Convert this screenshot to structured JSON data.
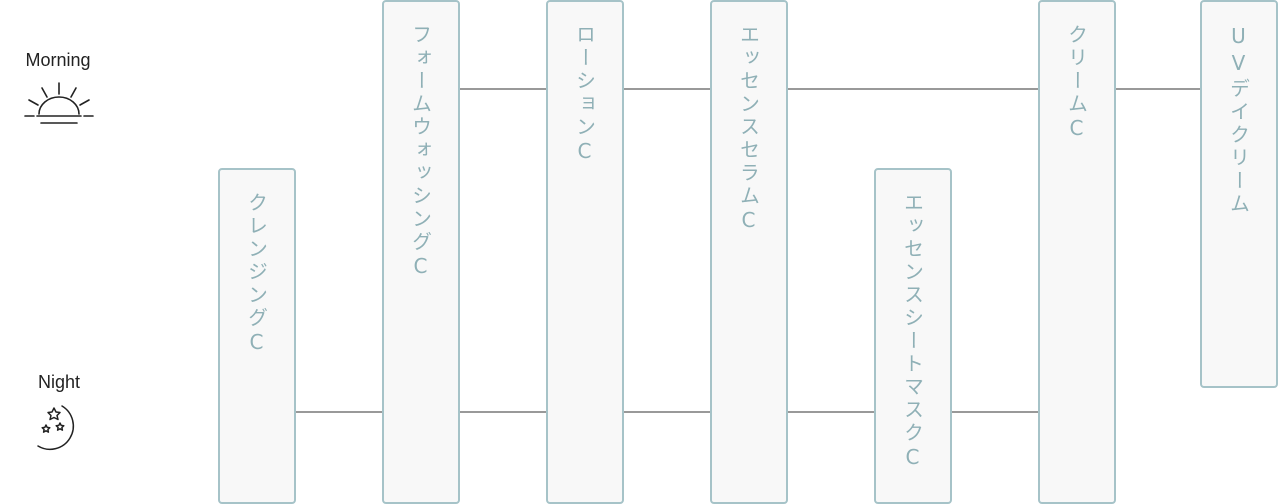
{
  "schedule": {
    "morning_label": "Morning",
    "night_label": "Night",
    "morning_icon": "sunrise-icon",
    "night_icon": "moon-stars-icon"
  },
  "steps": [
    {
      "label": "クレンジングC",
      "routines": [
        "night"
      ]
    },
    {
      "label": "フォームウォッシングC",
      "routines": [
        "morning",
        "night"
      ]
    },
    {
      "label": "ローションC",
      "routines": [
        "morning",
        "night"
      ]
    },
    {
      "label": "エッセンスセラムC",
      "routines": [
        "morning",
        "night"
      ]
    },
    {
      "label": "エッセンスシートマスクC",
      "routines": [
        "night"
      ]
    },
    {
      "label": "クリームC",
      "routines": [
        "morning",
        "night"
      ]
    },
    {
      "label": "UVデイクリーム",
      "routines": [
        "morning"
      ]
    }
  ],
  "colors": {
    "column_border": "#a6c3c8",
    "column_fill": "#f8f8f8",
    "column_text": "#8fb0b6",
    "connector": "#999999"
  }
}
